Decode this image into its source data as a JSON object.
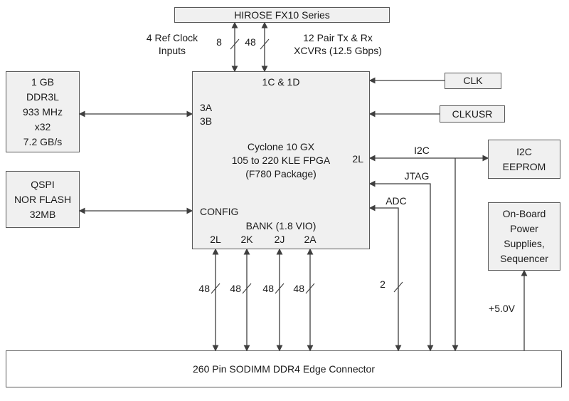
{
  "colors": {
    "box_fill": "#f0f0f0",
    "connector_fill": "#ffffff",
    "box_border": "#595959",
    "wire": "#3f3f3f",
    "text": "#1a1a1a"
  },
  "blocks": {
    "hirose": {
      "label": "HIROSE FX10 Series"
    },
    "ddr3l": {
      "lines": [
        "1 GB",
        "DDR3L",
        "933 MHz",
        "x32",
        "7.2 GB/s"
      ]
    },
    "qspi": {
      "lines": [
        "QSPI",
        "NOR FLASH",
        "32MB"
      ]
    },
    "fpga": {
      "top_banks": "1C & 1D",
      "left_banks": [
        "3A",
        "3B"
      ],
      "name_lines": [
        "Cyclone 10 GX",
        "105 to 220 KLE FPGA",
        "(F780 Package)"
      ],
      "right_bank": "2L",
      "config": "CONFIG",
      "bank_vio": "BANK (1.8 VIO)",
      "bottom_banks": [
        "2L",
        "2K",
        "2J",
        "2A"
      ]
    },
    "clk": {
      "label": "CLK"
    },
    "clkusr": {
      "label": "CLKUSR"
    },
    "i2c_eeprom": {
      "lines": [
        "I2C",
        "EEPROM"
      ]
    },
    "power": {
      "lines": [
        "On-Board",
        "Power",
        "Supplies,",
        "Sequencer"
      ]
    },
    "sodimm": {
      "label": "260 Pin SODIMM DDR4 Edge Connector"
    }
  },
  "annotations": {
    "ref_clock_line1": "4 Ref Clock",
    "ref_clock_line2": "Inputs",
    "xcvr_line1": "12 Pair Tx & Rx",
    "xcvr_line2": "XCVRs (12.5 Gbps)",
    "bus_width_8": "8",
    "bus_width_48_top": "48",
    "i2c": "I2C",
    "jtag": "JTAG",
    "adc": "ADC",
    "bus_width_2": "2",
    "bank_bus_widths": [
      "48",
      "48",
      "48",
      "48"
    ],
    "plus_5v": "+5.0V"
  }
}
